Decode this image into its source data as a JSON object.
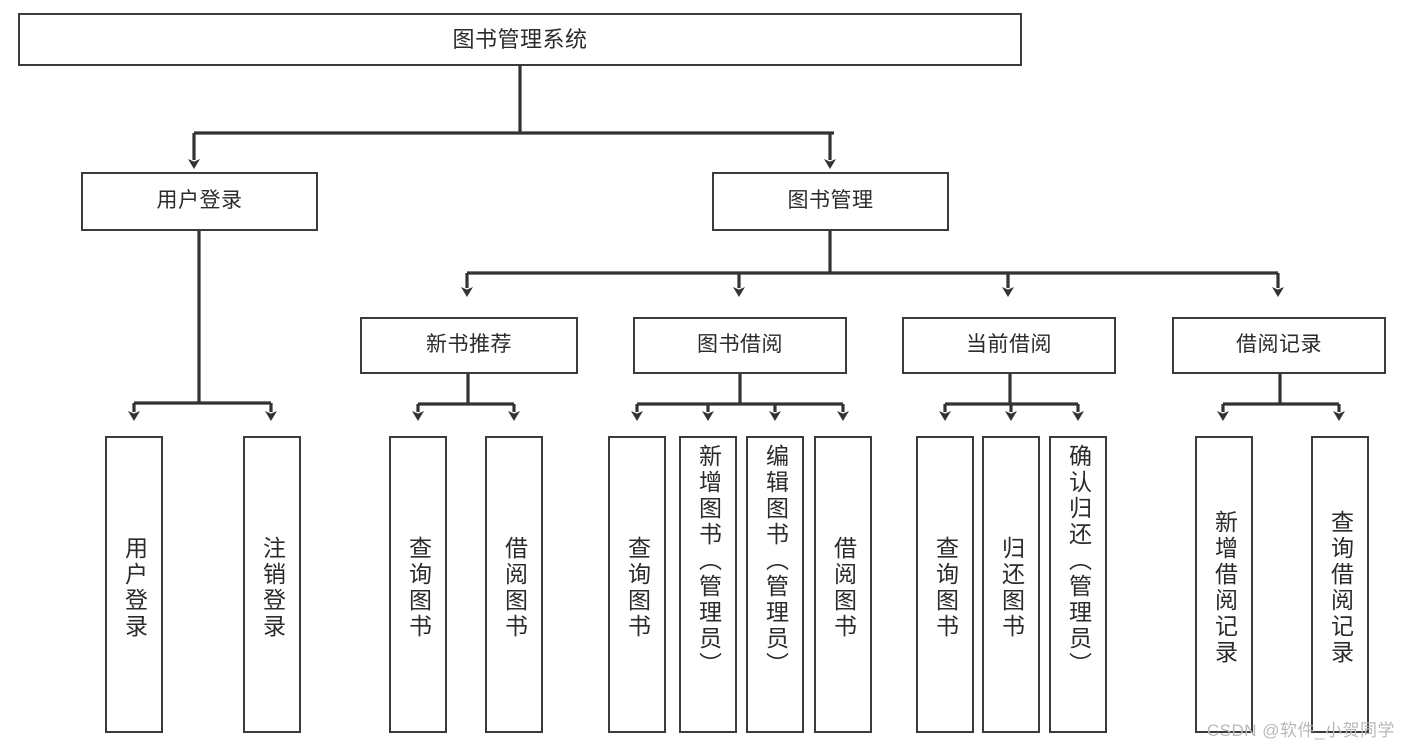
{
  "diagram": {
    "type": "tree-hierarchy-functional-decomposition",
    "title": "图书管理系统",
    "nodes": {
      "root": {
        "label": "图书管理系统"
      },
      "level1": [
        {
          "id": "user-login",
          "label": "用户登录"
        },
        {
          "id": "book-management",
          "label": "图书管理"
        }
      ],
      "level2": [
        {
          "id": "new-book-recommend",
          "label": "新书推荐",
          "parent": "book-management"
        },
        {
          "id": "book-borrow",
          "label": "图书借阅",
          "parent": "book-management"
        },
        {
          "id": "current-borrow",
          "label": "当前借阅",
          "parent": "book-management"
        },
        {
          "id": "borrow-record",
          "label": "借阅记录",
          "parent": "book-management"
        }
      ],
      "leaves": {
        "user-login": [
          {
            "id": "leaf-user-login",
            "label": "用户登录"
          },
          {
            "id": "leaf-logout",
            "label": "注销登录"
          }
        ],
        "new-book-recommend": [
          {
            "id": "leaf-query-book-1",
            "label": "查询图书"
          },
          {
            "id": "leaf-borrow-book-1",
            "label": "借阅图书"
          }
        ],
        "book-borrow": [
          {
            "id": "leaf-query-book-2",
            "label": "查询图书"
          },
          {
            "id": "leaf-add-book",
            "label": "新增图书（管理员）"
          },
          {
            "id": "leaf-edit-book",
            "label": "编辑图书（管理员）"
          },
          {
            "id": "leaf-borrow-book-2",
            "label": "借阅图书"
          }
        ],
        "current-borrow": [
          {
            "id": "leaf-query-book-3",
            "label": "查询图书"
          },
          {
            "id": "leaf-return-book",
            "label": "归还图书"
          },
          {
            "id": "leaf-confirm-return",
            "label": "确认归还（管理员）"
          }
        ],
        "borrow-record": [
          {
            "id": "leaf-add-record",
            "label": "新增借阅记录"
          },
          {
            "id": "leaf-query-record",
            "label": "查询借阅记录"
          }
        ]
      }
    },
    "colors": {
      "background": "#ffffff",
      "node_fill": "#ffffff",
      "node_stroke": "#3b3b3b",
      "edge_stroke": "#333333",
      "text": "#2b2b2b",
      "watermark": "#b9b9b9"
    }
  },
  "watermark": {
    "text": "CSDN @软件_小贺同学"
  }
}
